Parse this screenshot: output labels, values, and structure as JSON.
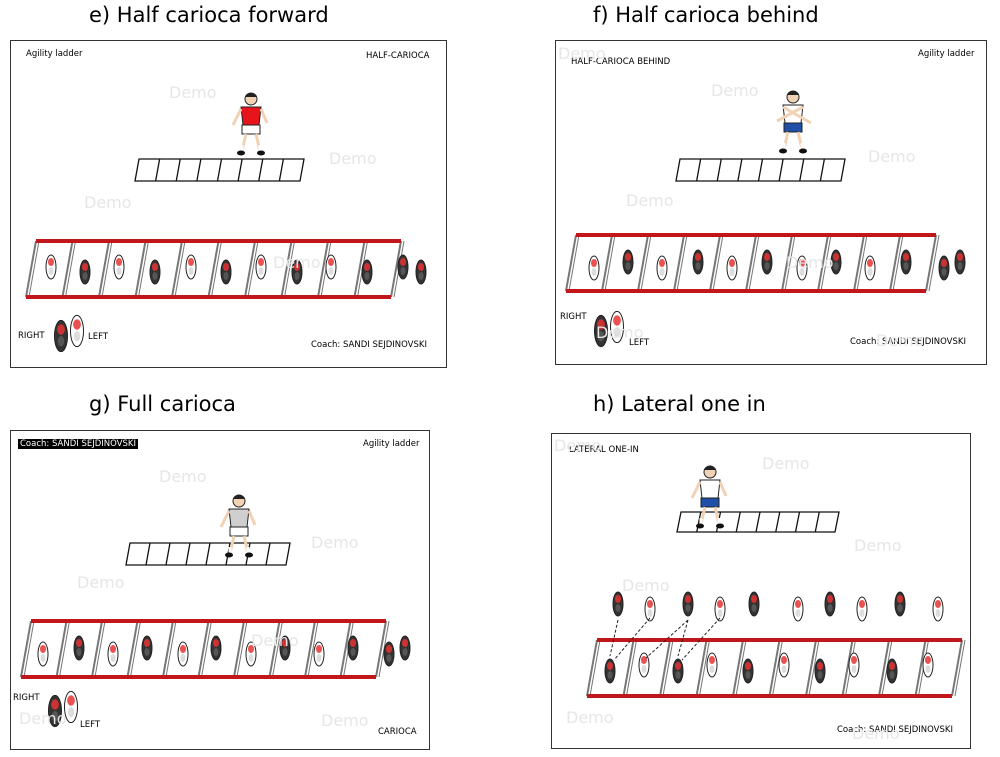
{
  "panels": [
    {
      "id": "e",
      "heading": "e) Half carioca forward",
      "top_left_text": "Agility ladder",
      "top_right_text": "HALF-CARIOCA",
      "right_label": "RIGHT",
      "left_label": "LEFT",
      "coach": "Coach: SANDI SEJDINOVSKI",
      "watermark": "Demo",
      "shirt_color": "#e8141c",
      "shorts_color": "#ffffff"
    },
    {
      "id": "f",
      "heading": "f) Half carioca behind",
      "top_left_text": "HALF-CARIOCA BEHIND",
      "top_right_text": "Agility ladder",
      "right_label": "RIGHT",
      "left_label": "LEFT",
      "coach": "Coach: SANDI SEJDINOVSKI",
      "watermark": "Demo",
      "shirt_color": "#ffffff",
      "shorts_color": "#1f4fa8"
    },
    {
      "id": "g",
      "heading": "g) Full carioca",
      "top_left_text": "Coach: SANDI SEJDINOVSKI",
      "top_right_text": "Agility ladder",
      "right_label": "RIGHT",
      "left_label": "LEFT",
      "bottom_right_text": "CARIOCA",
      "watermark": "Demo",
      "shirt_color": "#cfcfcf",
      "shorts_color": "#ffffff"
    },
    {
      "id": "h",
      "heading": "h) Lateral one in",
      "top_left_text": "LATERAL ONE-IN",
      "coach": "Coach: SANDI SEJDINOVSKI",
      "watermark": "Demo",
      "shirt_color": "#ffffff",
      "shorts_color": "#1f4fa8"
    }
  ],
  "colors": {
    "ladder_rail": "#c0161c",
    "shoe_dark": "#333333",
    "shoe_light": "#ffffff",
    "shoe_accent": "#e63232"
  }
}
